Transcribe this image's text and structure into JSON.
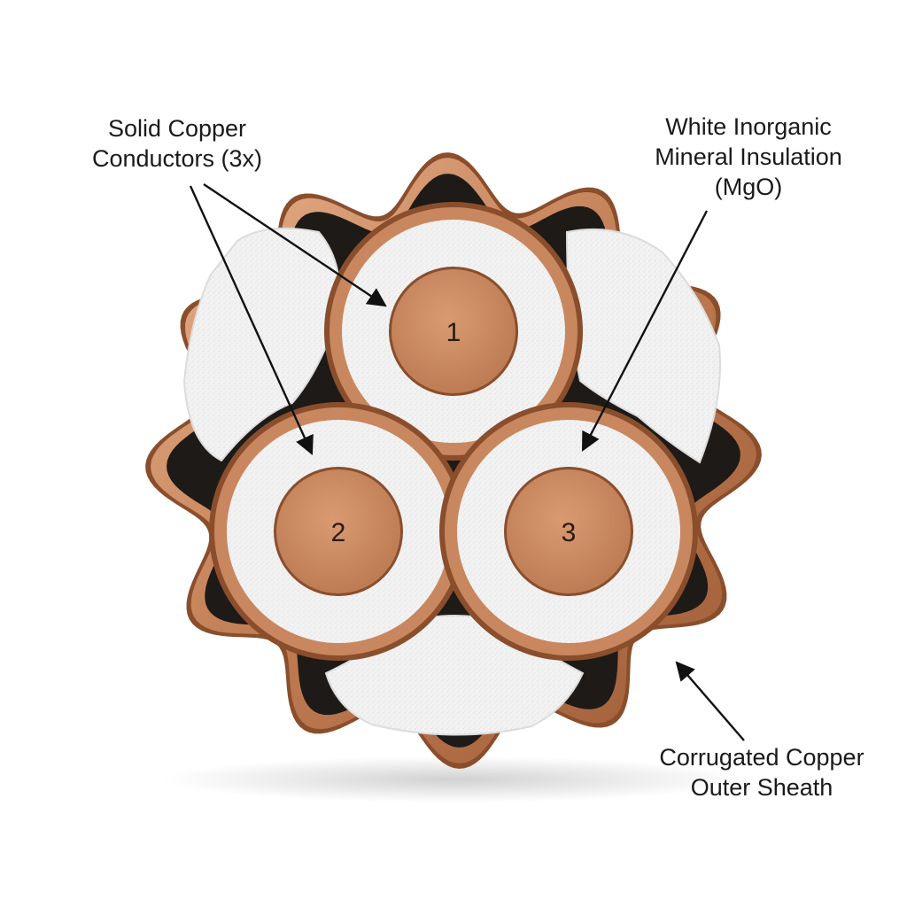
{
  "labels": {
    "conductors": [
      "Solid Copper",
      "Conductors (3x)"
    ],
    "insulation": [
      "White Inorganic",
      "Mineral Insulation",
      "(MgO)"
    ],
    "sheath": [
      "Corrugated Copper",
      "Outer Sheath"
    ]
  },
  "conductor_numbers": [
    "1",
    "2",
    "3"
  ],
  "colors": {
    "copper": "#c8875e",
    "copper_dark": "#8a4e2c",
    "copper_light": "#e8b48e",
    "insulation": "#f1f1f1",
    "interior": "#1e1a17",
    "arrow": "#111111"
  }
}
